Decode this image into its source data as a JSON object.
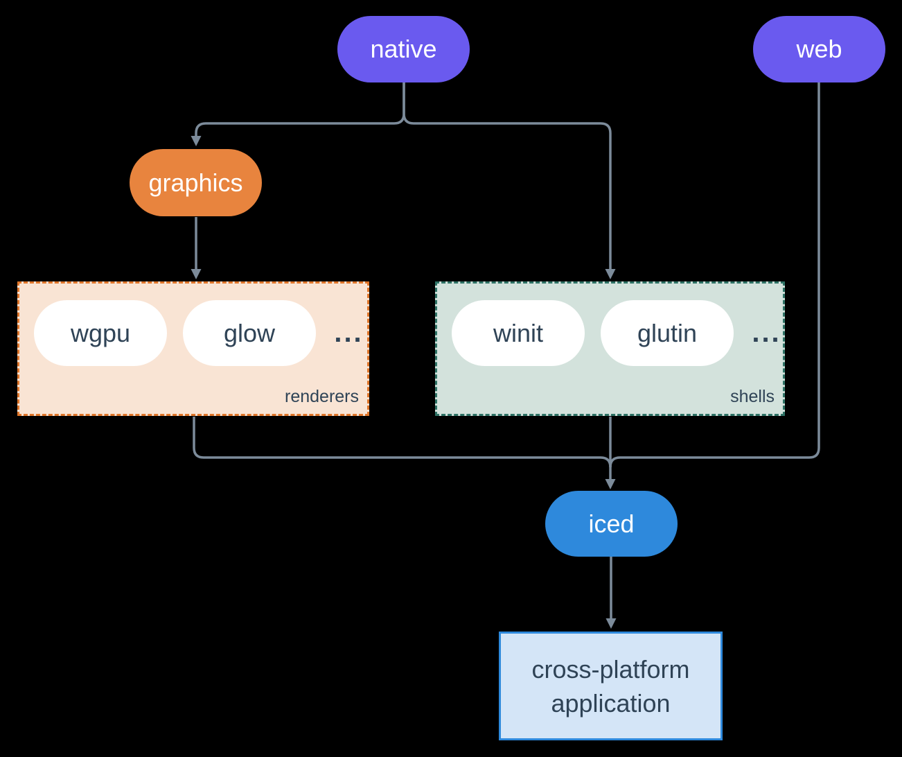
{
  "diagram": {
    "nodes": {
      "native": {
        "label": "native"
      },
      "web": {
        "label": "web"
      },
      "graphics": {
        "label": "graphics"
      },
      "iced": {
        "label": "iced"
      },
      "application": {
        "line1": "cross-platform",
        "line2": "application"
      }
    },
    "groups": {
      "renderers": {
        "label": "renderers",
        "items": [
          "wgpu",
          "glow"
        ],
        "ellipsis": "..."
      },
      "shells": {
        "label": "shells",
        "items": [
          "winit",
          "glutin"
        ],
        "ellipsis": "..."
      }
    },
    "edges": [
      {
        "from": "native",
        "to": "graphics"
      },
      {
        "from": "native",
        "to": "shells"
      },
      {
        "from": "graphics",
        "to": "renderers"
      },
      {
        "from": "renderers",
        "to": "iced"
      },
      {
        "from": "shells",
        "to": "iced"
      },
      {
        "from": "web",
        "to": "iced"
      },
      {
        "from": "iced",
        "to": "application"
      }
    ]
  },
  "colors": {
    "background": "#000000",
    "line": "#7c8b9a",
    "node-purple": "#6a5aef",
    "node-orange": "#e8843e",
    "node-blue": "#2e89dc",
    "node-text": "#ffffff",
    "pill-white": "#ffffff",
    "dark-text": "#2f4356",
    "renderers-bg": "#f9e4d4",
    "renderers-border": "#e0762a",
    "shells-bg": "#d3e2dc",
    "shells-border": "#2e7265",
    "app-bg": "#d4e5f7",
    "app-border": "#2e89dc"
  }
}
